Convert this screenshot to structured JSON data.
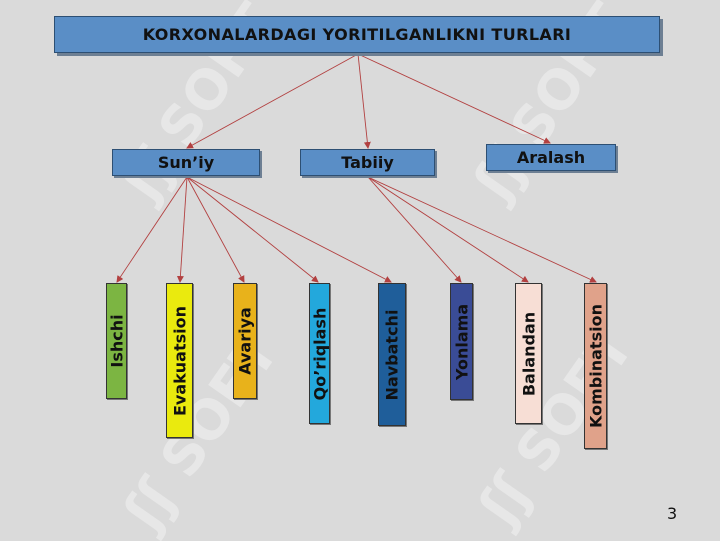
{
  "title": "KORXONALARDAGI YORITILGANLIKNI TURLARI",
  "categories": [
    {
      "label": "Sun’iy"
    },
    {
      "label": "Tabiiy"
    },
    {
      "label": "Aralash"
    }
  ],
  "leaves": [
    {
      "label": "Ishchi",
      "parent": 0
    },
    {
      "label": "Evakuatsion",
      "parent": 0
    },
    {
      "label": "Avariya",
      "parent": 0
    },
    {
      "label": "Qo’riqlash",
      "parent": 0
    },
    {
      "label": "Navbatchi",
      "parent": 0
    },
    {
      "label": "Yonlama",
      "parent": 1
    },
    {
      "label": "Balandan",
      "parent": 1
    },
    {
      "label": "Kombinatsion",
      "parent": 1
    }
  ],
  "page_number": "3",
  "watermark": "SOFT",
  "colors": {
    "background": "#dadada",
    "box_fill": "#5a8ec6",
    "arrow": "#b24040",
    "leaf_fills": [
      "#7cb542",
      "#eaea0e",
      "#e8b21b",
      "#23a8dc",
      "#1f5e9a",
      "#3a4c96",
      "#f7ded5",
      "#e0a28a"
    ]
  }
}
